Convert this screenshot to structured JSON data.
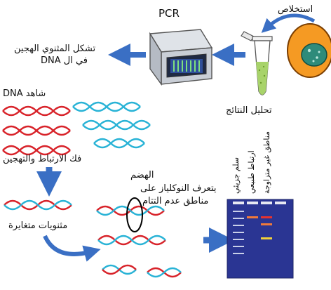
{
  "labels": {
    "pcr": "PCR",
    "extraction": "استخلاص",
    "heteroduplex_line1": "تشكل المثنوي الهجين",
    "heteroduplex_line2": "في ال DNA",
    "analysis": "تحليل النتائج",
    "control_dna": "شاهد DNA",
    "denature_anneal": "فك الارتباط والتهجين",
    "digestion": "الهضم",
    "nuclease_line1": "يتعرف النوكلياز على",
    "nuclease_line2": "مناطق عدم التتام",
    "variant_duplexes": "مثنويات متغايرة",
    "gel_lane_ladder": "سلم جزيئي",
    "gel_lane_natural": "ارتباط طبيعي",
    "gel_lane_mismatch": "مناطق غير متزاوجة"
  },
  "colors": {
    "arrow": "#3a6fc4",
    "strand_red": "#d8232a",
    "strand_cyan": "#29b3d6",
    "gel_bg": "#2a3593",
    "cell_outer": "#f59a23",
    "cell_nucleus": "#2e8b7a",
    "tube_liquid": "#a8d36a"
  },
  "icons": {
    "cell": "cell-icon",
    "tube": "tube-icon",
    "pcr_machine": "pcr-machine-icon",
    "gel": "gel-icon"
  }
}
